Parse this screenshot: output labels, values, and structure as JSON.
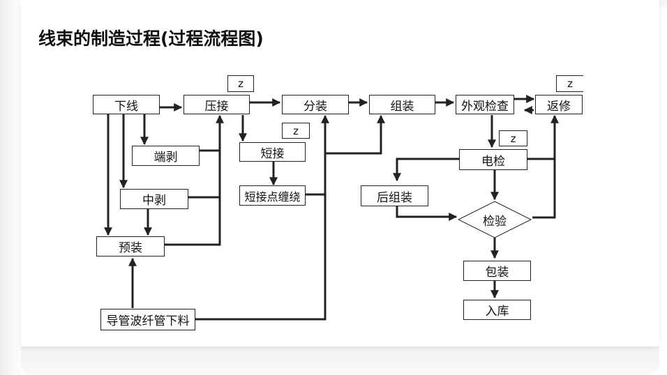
{
  "title": "线束的制造过程(过程流程图)",
  "nodes": {
    "xiaxian": "下线",
    "yajie": "压接",
    "fenzhuang": "分装",
    "zuzhuang": "组装",
    "waiguan": "外观检查",
    "fanxiu": "返修",
    "duanbo": "端剥",
    "duanjie": "短接",
    "zhongbo": "中剥",
    "duanjie_dian": "短接点缠绕",
    "yuzhuang": "预装",
    "dianjian": "电检",
    "houzuzhuang": "后组装",
    "jianyan": "检验",
    "baozhuang": "包装",
    "ruku": "入库",
    "daoguan": "导管波纤管下料"
  },
  "marks": {
    "z1": "z",
    "z2": "z",
    "z3": "z",
    "z4": "z"
  },
  "colors": {
    "line": "#222222",
    "text": "#111111",
    "background": "#ffffff"
  }
}
